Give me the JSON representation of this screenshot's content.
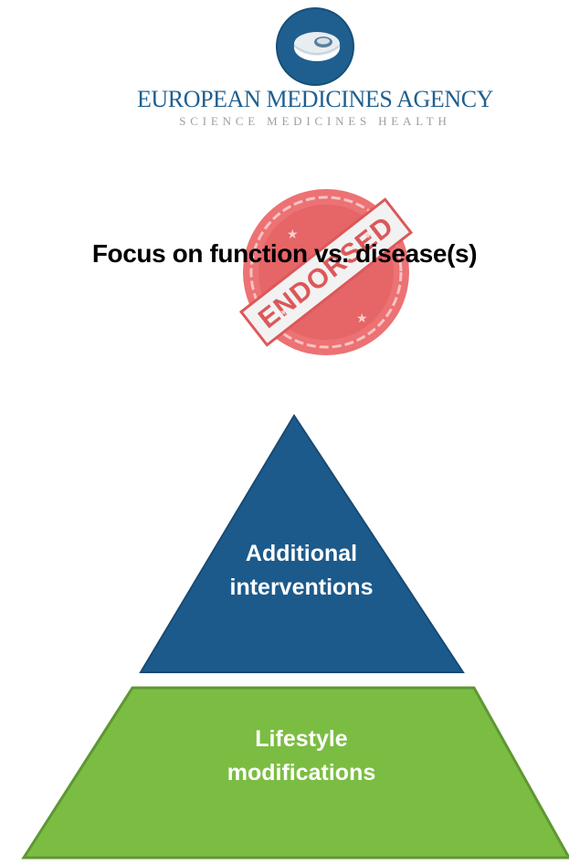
{
  "logo": {
    "agency_name": "EUROPEAN MEDICINES AGENCY",
    "tagline": "SCIENCE  MEDICINES  HEALTH",
    "icon": "ema-logo-icon",
    "brand_color": "#1f5f8f"
  },
  "stamp": {
    "text": "ENDORSED",
    "color": "#e0484a",
    "icon": "endorsed-stamp-icon"
  },
  "headline": "Focus on function vs. disease(s)",
  "pyramid": {
    "top_tier": {
      "line1": "Additional",
      "line2": "interventions",
      "color": "#1c5a8c"
    },
    "base_tier": {
      "line1": "Lifestyle",
      "line2": "modifications",
      "color": "#7bbd42"
    }
  }
}
